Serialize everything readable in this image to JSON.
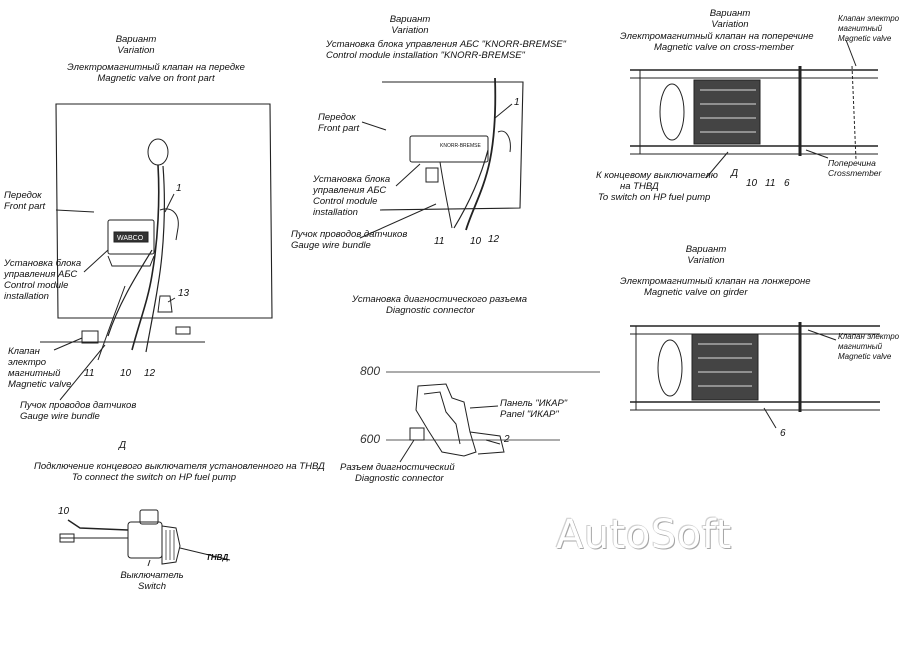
{
  "variant_front": {
    "heading_ru": "Вариант",
    "heading_en": "Variation",
    "title_ru": "Электромагнитный клапан на передке",
    "title_en": "Magnetic valve on front part",
    "front_part_ru": "Передок",
    "front_part_en": "Front part",
    "abs_ru_1": "Установка блока",
    "abs_ru_2": "управления АБС",
    "abs_en_1": "Control module",
    "abs_en_2": "installation",
    "valve_ru_1": "Клапан",
    "valve_ru_2": "электро",
    "valve_ru_3": "магнитный",
    "valve_en": "Magnetic valve",
    "bundle_ru": "Пучок проводов датчиков",
    "bundle_en": "Gauge wire bundle",
    "module_brand": "WABCO",
    "n1": "1",
    "n13": "13",
    "n11": "11",
    "n10": "10",
    "n12": "12"
  },
  "abs_install": {
    "heading_ru": "Вариант",
    "heading_en": "Variation",
    "title_ru": "Установка блока управления АБС \"KNORR-BREMSE\"",
    "title_en": "Control module installation \"KNORR-BREMSE\"",
    "front_part_ru": "Передок",
    "front_part_en": "Front part",
    "module_ru_1": "Установка блока",
    "module_ru_2": "управления АБС",
    "module_en_1": "Control module",
    "module_en_2": "installation",
    "bundle_ru": "Пучок проводов датчиков",
    "bundle_en": "Gauge wire bundle",
    "module_brand": "KNORR-BREMSE",
    "n1": "1",
    "n11": "11",
    "n10": "10",
    "n12": "12"
  },
  "cross_member": {
    "heading_ru": "Вариант",
    "heading_en": "Variation",
    "title_ru": "Электромагнитный клапан на поперечине",
    "title_en": "Magnetic valve on cross-member",
    "valve_ru_1": "Клапан электро",
    "valve_ru_2": "магнитный",
    "valve_en": "Magnetic valve",
    "switch_ru_1": "К концевому выключателю",
    "switch_ru_2": "на ТНВД",
    "switch_en": "To switch on HP fuel pump",
    "crossmember_ru": "Поперечина",
    "crossmember_en": "Crossmember",
    "d": "Д",
    "n10": "10",
    "n11": "11",
    "n6": "6"
  },
  "girder": {
    "heading_ru": "Вариант",
    "heading_en": "Variation",
    "title_ru": "Электромагнитный клапан на лонжероне",
    "title_en": "Magnetic valve on girder",
    "valve_ru_1": "Клапан электро",
    "valve_ru_2": "магнитный",
    "valve_en": "Magnetic valve",
    "n6": "6"
  },
  "diagnostic": {
    "title_ru": "Установка диагностического разъема",
    "title_en": "Diagnostic connector",
    "scale_800": "800",
    "scale_600": "600",
    "panel_ru": "Панель \"ИКАР\"",
    "panel_en": "Panel \"ИКАР\"",
    "connector_ru": "Разъем диагностический",
    "connector_en": "Diagnostic connector",
    "n2": "2"
  },
  "switch_detail": {
    "d": "Д",
    "title_ru": "Подключение концевого выключателя установленного на ТНВД",
    "title_en": "To connect the switch on HP fuel pump",
    "switch_ru": "Выключатель",
    "switch_en": "Switch",
    "tnvd": "ТНВД",
    "n10": "10"
  },
  "watermark": "AutoSoft"
}
